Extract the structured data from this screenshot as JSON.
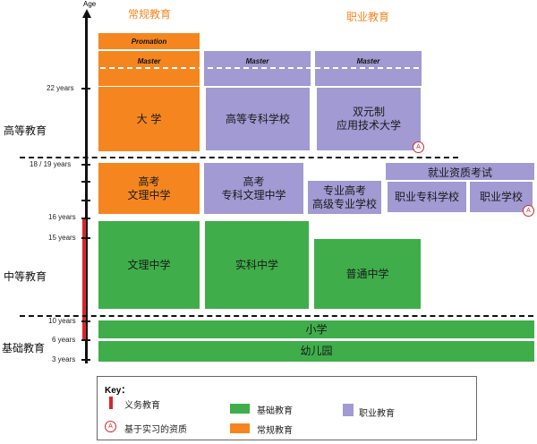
{
  "axis": {
    "label": "Age"
  },
  "columns": {
    "regular": "常规教育",
    "vocational": "职业教育"
  },
  "levels": {
    "higher": "高等教育",
    "secondary": "中等教育",
    "basic": "基础教育"
  },
  "ages": [
    "22 years",
    "18 / 19 years",
    "16 years",
    "15 years",
    "10 years",
    "6 years",
    "3 years"
  ],
  "boxes": {
    "promotion": "Promation",
    "master_1": "Master",
    "master_2": "Master",
    "master_3": "Master",
    "university": "大 学",
    "higher_vocational_school": "高等专科学校",
    "dual_system_line1": "双元制",
    "dual_system_line2": "应用技术大学",
    "gaokao_1_line1": "高考",
    "gaokao_1_line2": "文理中学",
    "gaokao_2_line1": "高考",
    "gaokao_2_line2": "专科文理中学",
    "vocational_gaokao_line1": "专业高考",
    "vocational_gaokao_line2": "高级专业学校",
    "employment_exam": "就业资质考试",
    "vocational_college": "职业专科学校",
    "vocational_school": "职业学校",
    "grammar_school": "文理中学",
    "realschule": "实科中学",
    "general_middle": "普通中学",
    "primary": "小学",
    "kindergarten": "幼儿园"
  },
  "markers": {
    "a1": "A",
    "a2": "A"
  },
  "key": {
    "title": "Key：",
    "compulsory": "义务教育",
    "internship": "基于实习的资质",
    "basic": "基础教育",
    "regular": "常规教育",
    "vocational": "职业教育",
    "marker": "A"
  },
  "colors": {
    "orange": "#f5861f",
    "purple": "#a29ad2",
    "green": "#3fae4a",
    "red": "#d8262c"
  }
}
